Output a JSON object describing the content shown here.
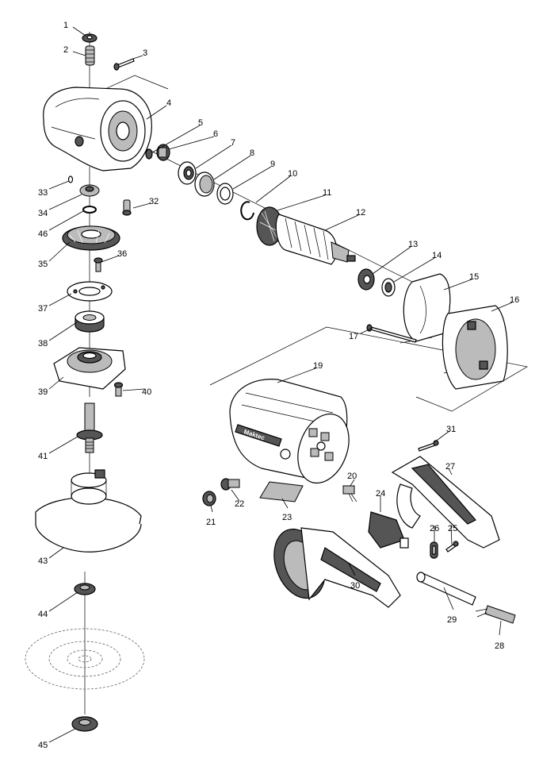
{
  "diagram": {
    "type": "exploded-parts-diagram",
    "brand_logo": "Maktec",
    "part_labels": [
      "1",
      "2",
      "3",
      "4",
      "5",
      "6",
      "7",
      "8",
      "9",
      "10",
      "11",
      "12",
      "13",
      "14",
      "15",
      "16",
      "17",
      "19",
      "20",
      "21",
      "22",
      "23",
      "24",
      "25",
      "26",
      "27",
      "28",
      "29",
      "30",
      "31",
      "32",
      "33",
      "34",
      "35",
      "36",
      "37",
      "38",
      "39",
      "40",
      "41",
      "43",
      "44",
      "45",
      "46"
    ]
  }
}
